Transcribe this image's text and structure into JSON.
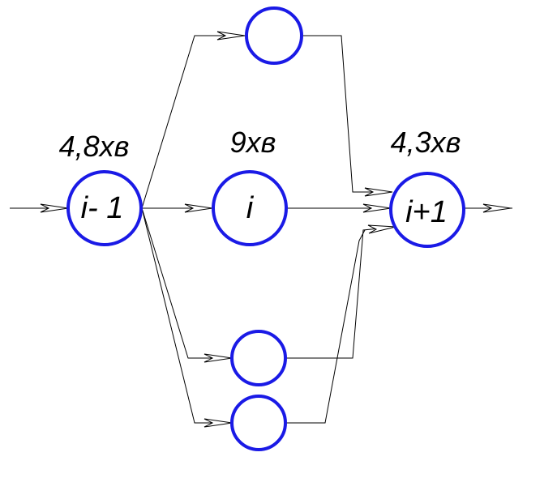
{
  "diagram": {
    "colors": {
      "node_stroke": "#1a1ae6",
      "edge": "#000000"
    },
    "nodes": {
      "prev": {
        "label": "i- 1",
        "duration": "4,8хв"
      },
      "current": {
        "label": "i",
        "duration": "9хв"
      },
      "next": {
        "label": "i+1",
        "duration": "4,3хв"
      },
      "top": {
        "label": ""
      },
      "bottom1": {
        "label": ""
      },
      "bottom2": {
        "label": ""
      }
    }
  }
}
